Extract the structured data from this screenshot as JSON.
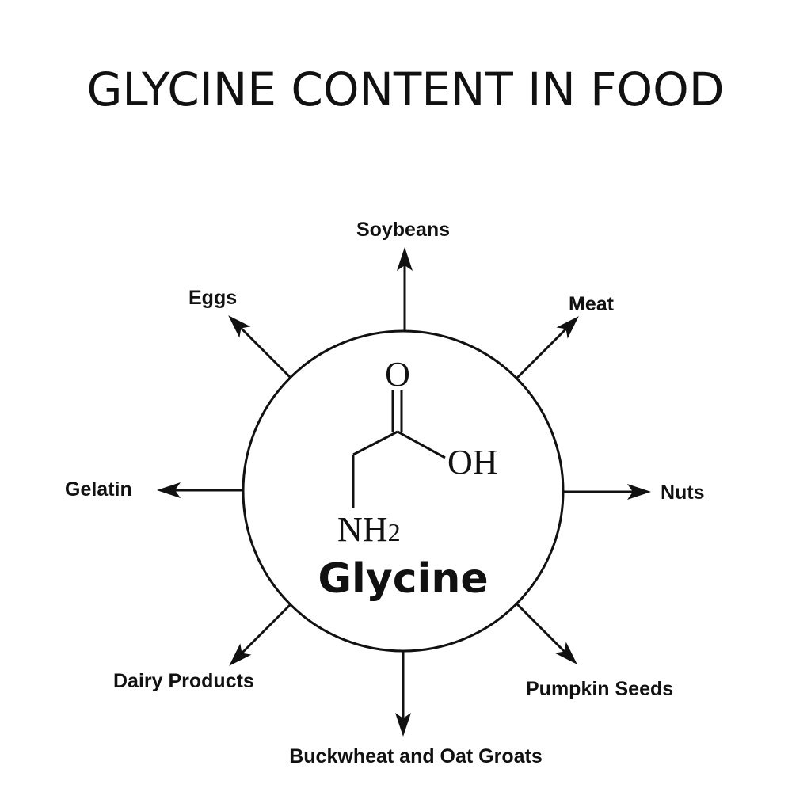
{
  "title": "GLYCINE CONTENT IN FOOD",
  "compound": {
    "name": "Glycine",
    "atom_oxygen": "O",
    "group_hydroxyl": "OH",
    "group_amine": "NH",
    "group_amine_subscript": "2"
  },
  "foods": {
    "top": "Soybeans",
    "top_right": "Meat",
    "right": "Nuts",
    "bottom_right": "Pumpkin Seeds",
    "bottom": "Buckwheat and Oat Groats",
    "bottom_left": "Dairy Products",
    "left": "Gelatin",
    "top_left": "Eggs"
  },
  "colors": {
    "ink": "#111111",
    "background": "#ffffff"
  }
}
